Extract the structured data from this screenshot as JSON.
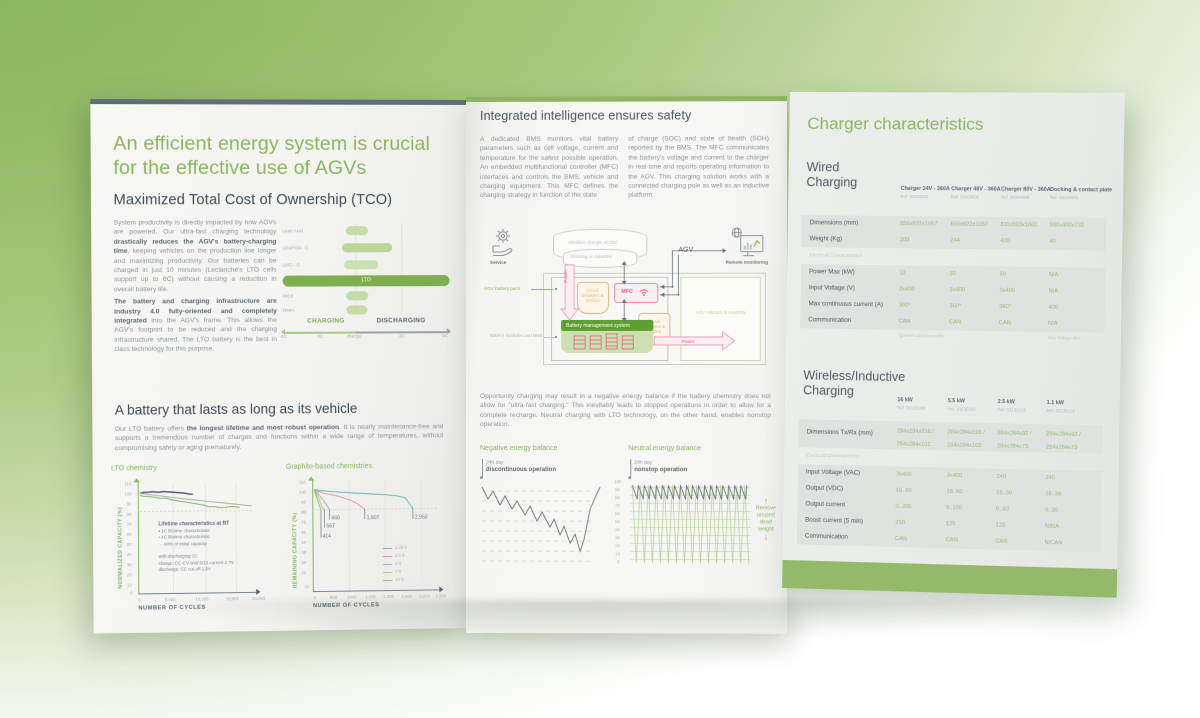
{
  "background": {
    "accent_green": "#8cb55f",
    "page_grey": "#f2f2f0"
  },
  "left_page": {
    "headline": "An efficient energy system is crucial for the effective use of AGVs",
    "section1_title": "Maximized Total Cost of Ownership (TCO)",
    "section1_body_1": "System productivity is directly impacted by how AGVs are powered. Our ultra-fast charging technology ",
    "section1_body_1b": "drastically reduces the AGV's battery-charging time",
    "section1_body_1c": ", keeping vehicles on the production line longer and maximizing productivity. Our batteries can be charged in just 10 minutes (Leclanché's LTO cells support up to 6C) without causing a reduction in overall battery life.",
    "section1_body_2b": "The battery and charging infrastructure are industry 4.0 fully-oriented and completely integrated",
    "section1_body_2c": " into the AGV's frame. This allows the AGV's footprint to be reduced and the charging infrastructure shared. The LTO battery is the best in class technology for this purpose.",
    "section2_title": "A battery that lasts as long as its vehicle",
    "section2_body_a": "Our LTO battery offers ",
    "section2_body_b": "the longest lifetime and most robust operation",
    "section2_body_c": ". It is nearly maintenance-free and supports a tremendous number of charges and functions within a wide range of temperatures, without compromising safety or aging prematurely.",
    "charge_label": "CHARGING",
    "discharge_label": "DISCHARGING"
  },
  "chart_data": [
    {
      "type": "bar",
      "name": "tco-charge-discharge-rates",
      "categories": [
        "Lead Acid",
        "LiFePO4 - C",
        "LMO - C",
        "LTO",
        "NiCd",
        "NiMH"
      ],
      "xlabel": "",
      "ylabel": "",
      "xticks": [
        "6C",
        "3C",
        "charge",
        "3C",
        "6C"
      ],
      "highlight_category": "LTO",
      "annotations": [
        "CHARGING",
        "DISCHARGING"
      ],
      "bars": [
        {
          "category": "Lead Acid",
          "charge_rate": 0.35,
          "discharge_rate": 0.9
        },
        {
          "category": "LiFePO4 - C",
          "charge_rate": 0.55,
          "discharge_rate": 3.4
        },
        {
          "category": "LMO - C",
          "charge_rate": 0.45,
          "discharge_rate": 2.3
        },
        {
          "category": "LTO",
          "charge_rate": 6.0,
          "discharge_rate": 6.0
        },
        {
          "category": "NiCd",
          "charge_rate": 0.4,
          "discharge_rate": 1.0
        },
        {
          "category": "NiMH",
          "charge_rate": 0.4,
          "discharge_rate": 0.9
        }
      ]
    },
    {
      "type": "line",
      "name": "lto-chemistry-cycle-life",
      "title": "LTO chemistry",
      "xlabel": "NUMBER OF CYCLES",
      "ylabel": "NORMALIZED CAPACITY (%)",
      "xticks": [
        "0",
        "5,000",
        "10,000",
        "15,000",
        "20,000"
      ],
      "yticks": [
        "110",
        "100",
        "90",
        "80",
        "70",
        "60",
        "50",
        "40",
        "30",
        "20",
        "10",
        "0"
      ],
      "xlim": [
        0,
        20000
      ],
      "ylim": [
        0,
        110
      ],
      "threshold_line": {
        "value": 80,
        "label": "80% of initial capacity"
      },
      "legend_title": "Lifetime characteristics at RT",
      "legend": [
        "1C lifetime characteristic",
        "4C lifetime characteristic",
        "80% of initial capacity"
      ],
      "notes": [
        "with discharging 1C",
        "charge: CC-CV until 0/10 current 2.7V",
        "discharge: CC cut-off 1.5V"
      ],
      "series": [
        {
          "name": "1C lifetime characteristic",
          "color": "#55616b",
          "values": [
            100,
            100,
            99.5,
            99,
            98,
            97
          ]
        },
        {
          "name": "4C lifetime characteristic",
          "color": "#8cb55f",
          "values": [
            99,
            96,
            93,
            90,
            87,
            85
          ]
        },
        {
          "name": "80% of initial capacity",
          "color": "#a9a9a9",
          "values": [
            100,
            97,
            94,
            91,
            88,
            85
          ]
        }
      ]
    },
    {
      "type": "line",
      "name": "graphite-based-chemistries-cycle-life",
      "title": "Graphite-based chemistries",
      "xlabel": "NUMBER OF CYCLES",
      "ylabel": "REMAINING CAPACITY (%)",
      "xticks": [
        "0",
        "500",
        "1000",
        "1,500",
        "2,000",
        "2,500",
        "3,000",
        "3,500"
      ],
      "yticks": [
        "110",
        "100",
        "90",
        "80",
        "70",
        "60",
        "50",
        "40",
        "30",
        "20",
        "10",
        "0"
      ],
      "xlim": [
        0,
        3500
      ],
      "ylim": [
        0,
        110
      ],
      "threshold_line": {
        "value": 80
      },
      "legend": [
        "1.25 It",
        "2.5 It",
        "4 It",
        "7 It",
        "10 It"
      ],
      "legend_colors": [
        "#6bb8b0",
        "#e79aa2",
        "#b0a8c4",
        "#b7c96a",
        "#8fbf7a"
      ],
      "annotations": [
        "414",
        "567",
        "660",
        "1,607",
        "2,950"
      ],
      "cycle_life_at_80pct": [
        {
          "series": "10 It",
          "cycles": 414
        },
        {
          "series": "7 It",
          "cycles": 567
        },
        {
          "series": "4 It",
          "cycles": 660
        },
        {
          "series": "2.5 It",
          "cycles": 1607
        },
        {
          "series": "1.25 It",
          "cycles": 2950
        }
      ]
    },
    {
      "type": "line",
      "name": "negative-energy-balance",
      "title": "Negative energy balance",
      "subtitle_small": "24h day",
      "subtitle": "discontinuous operation",
      "ylabel": "",
      "description": "State of charge sawtooth declining over a 24h day then recharging"
    },
    {
      "type": "line",
      "name": "neutral-energy-balance",
      "title": "Neutral energy balance",
      "subtitle_small": "24h day",
      "subtitle": "nonstop operation",
      "yticks": [
        "100",
        "90",
        "80",
        "70",
        "60",
        "50",
        "40",
        "30",
        "20",
        "10",
        "0"
      ],
      "side_note": "Remove unused dead weight",
      "description": "State of charge sawtooth maintained between ~80 and 100% over a 24h day"
    }
  ],
  "mid_page": {
    "headline": "Integrated intelligence ensures safety",
    "col1": "A dedicated BMS monitors vital battery parameters such as cell voltage, current and temperature for the safest possible operation. An embedded multifunctional controller (MFC) interfaces and controls the BMS, vehicle and charging equipment. This MFC defines the charging strategy in function of the state",
    "col2": "of charge (SOC) and state of health (SOH) reported by the BMS. The MFC communicates the battery's voltage and current to the charger in real-time and reports operating information to the AGV. This charging solution works with a connected charging pole as well as an inductive platform.",
    "diagram": {
      "service": "Service",
      "charger": "Ultrafast charger AC/DC",
      "docking": "Docking or inductive",
      "agv": "AGV",
      "remote": "Remote monitoring",
      "battery_pack": "AGV battery pack",
      "modules": "Battery modules and BMS",
      "power": "Power",
      "circuit_breakers_1": "Circuit breakers & probes",
      "circuit_breakers_2": "Circuit breakers & probes",
      "mfc": "MFC",
      "bms": "Battery management system",
      "robotics": "AGV robotics & motricity"
    },
    "body_bottom": "Opportunity charging may result in a negative energy balance if the battery chemistry does not allow for \"ultra-fast charging.\" This inevitably leads to stopped operations in order to allow for a complete recharge. Neutral charging with LTO technology, on the other hand, enables nonstop operation.",
    "chart_left_title": "Negative energy balance",
    "chart_left_sub1": "24h day",
    "chart_left_sub2": "discontinuous operation",
    "chart_right_title": "Neutral energy balance",
    "chart_right_sub1": "24h day",
    "chart_right_sub2": "nonstop operation",
    "side_note": "Remove unused dead weight"
  },
  "right_page": {
    "headline": "Charger characteristics",
    "wired_title": "Wired Charging",
    "wired_columns": [
      {
        "name": "Charger 24V - 360A",
        "ref": "Ref. 03300915"
      },
      {
        "name": "Charger 48V - 360A",
        "ref": "Ref. 03400005"
      },
      {
        "name": "Charger 80V - 360A",
        "ref": "Ref. 03300989"
      },
      {
        "name": "Docking & contact plate",
        "ref": "Ref. 03300979"
      }
    ],
    "wired_rows": [
      {
        "label": "Dimensions (mm)",
        "values": [
          "656x522x1057",
          "656x522x1057",
          "811x503x1601",
          "500x400x732"
        ]
      },
      {
        "label": "Weight (Kg)",
        "values": [
          "200",
          "244",
          "430",
          "40"
        ]
      }
    ],
    "wired_section": "Electrical Characteristics",
    "wired_rows2": [
      {
        "label": "Power Max (kW)",
        "values": [
          "12",
          "32",
          "50",
          "N/A"
        ]
      },
      {
        "label": "Input Voltage (V)",
        "values": [
          "3x400",
          "3x400",
          "3x400",
          "N/A"
        ]
      },
      {
        "label": "Max continuous current (A)",
        "values": [
          "360*",
          "360*",
          "360*",
          "400"
        ]
      },
      {
        "label": "Communication",
        "values": [
          "CAN",
          "CAN",
          "CAN",
          "N/A"
        ]
      }
    ],
    "wired_footnote_left": "*greater current possible",
    "wired_footnote_right": "Max Voltage 60V",
    "wireless_title": "Wireless/Inductive Charging",
    "wireless_columns": [
      {
        "name": "16 kW",
        "ref": "Ref. 03130100"
      },
      {
        "name": "5.5 kW",
        "ref": "Ref. 03130101"
      },
      {
        "name": "2.5 kW",
        "ref": "Ref. 03130102"
      },
      {
        "name": "1.1 kW",
        "ref": "Ref. 03130103"
      }
    ],
    "wireless_rows": [
      {
        "label": "Dimensions Tx/Rx (mm)",
        "values": [
          "284x284x316 / 284x284x102",
          "284x284x316 / 284x284x102",
          "284x284x92 / 284x284x73",
          "284x284x92 / 284x284x73"
        ]
      }
    ],
    "wireless_section": "Electrical Characteristics",
    "wireless_rows2": [
      {
        "label": "Input Voltage (VAC)",
        "values": [
          "3x400",
          "3x400",
          "240",
          "240"
        ]
      },
      {
        "label": "Output (VDC)",
        "values": [
          "16..60",
          "18..60",
          "18..60",
          "18..38"
        ]
      },
      {
        "label": "Output current",
        "values": [
          "0..200",
          "0..100",
          "0..40",
          "0..30"
        ]
      },
      {
        "label": "Boost current (5 min)",
        "values": [
          "250",
          "125",
          "125",
          "N30A"
        ]
      },
      {
        "label": "Communication",
        "values": [
          "CAN",
          "CAN",
          "CAN",
          "N/CAN"
        ]
      }
    ]
  }
}
